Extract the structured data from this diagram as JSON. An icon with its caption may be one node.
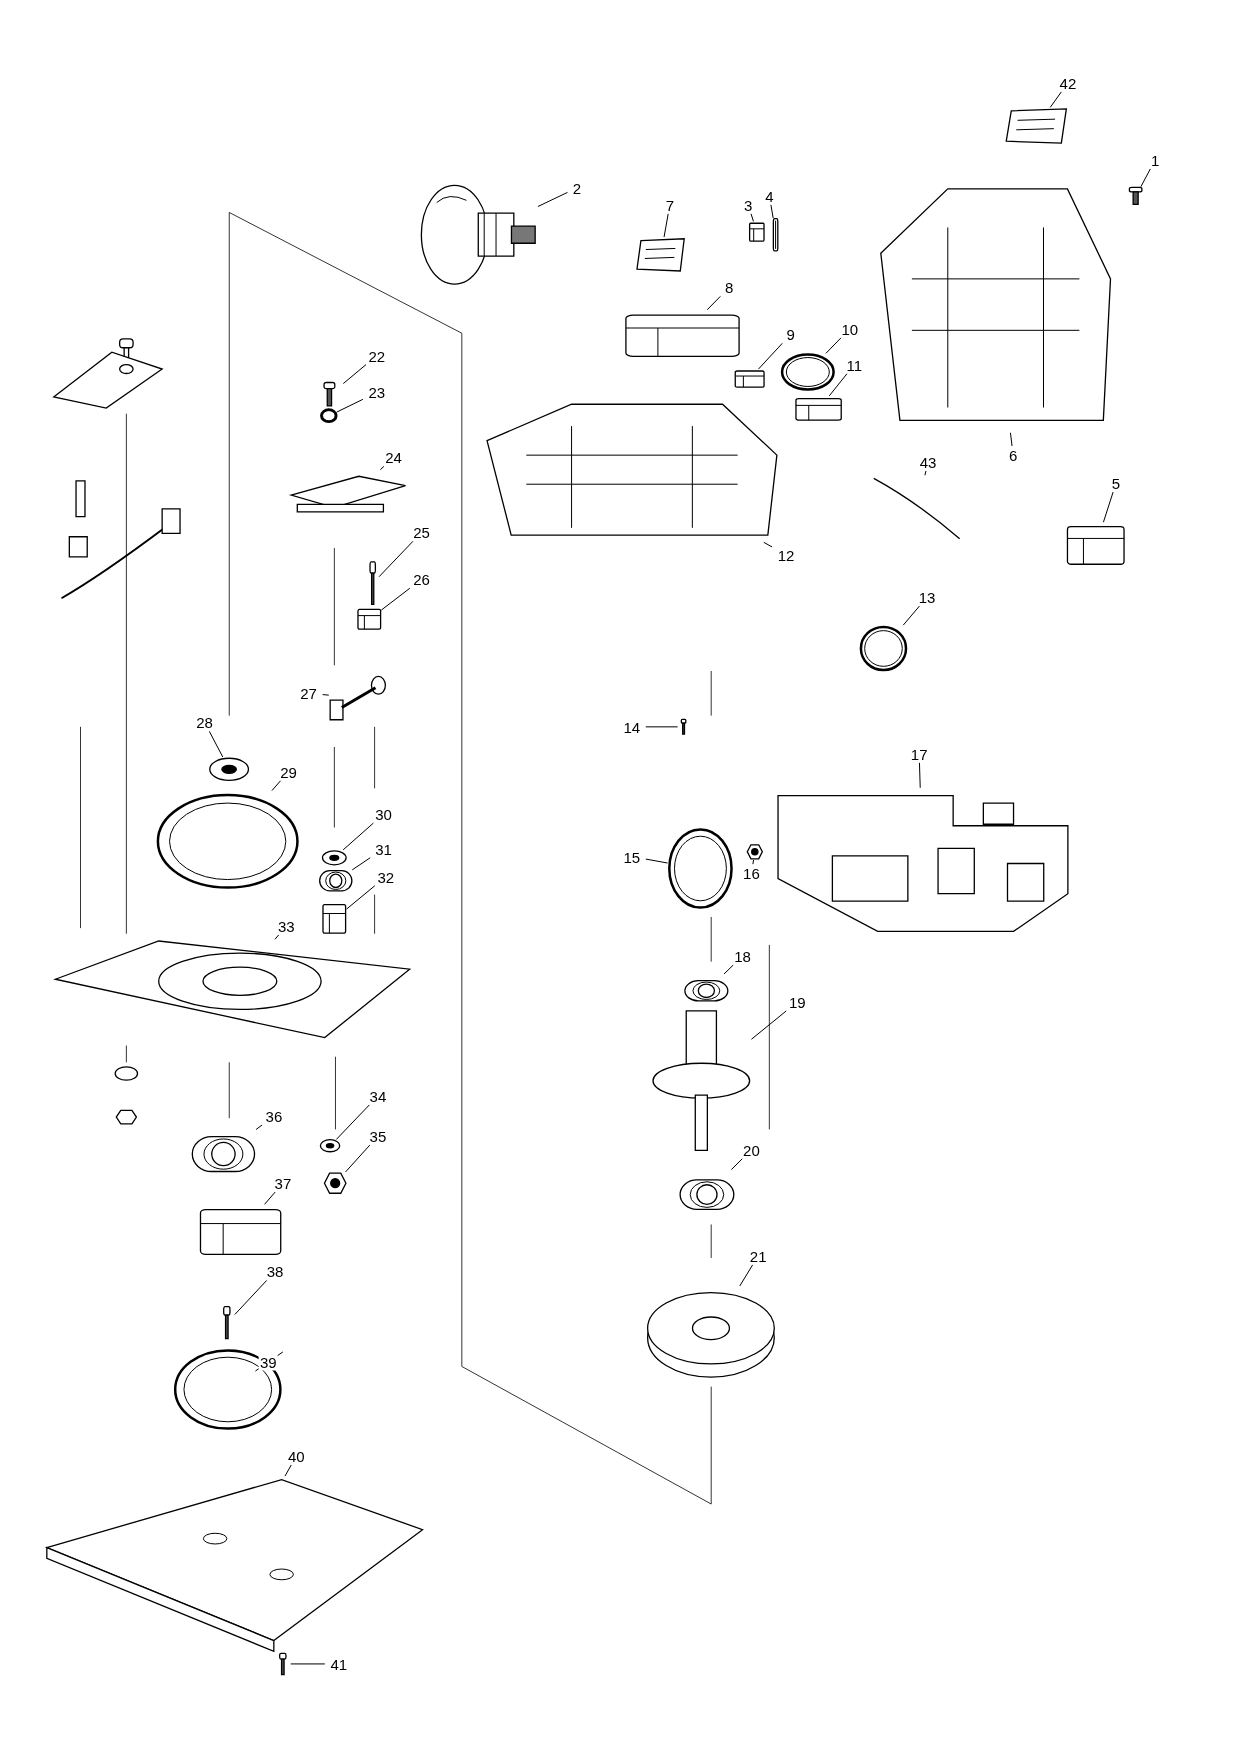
{
  "diagram": {
    "nodes": [
      {
        "text": [
          "1"
        ]
      },
      {
        "text": [
          "2"
        ]
      },
      {
        "text": [
          "3"
        ]
      },
      {
        "text": [
          "4"
        ]
      },
      {
        "text": [
          "5"
        ]
      },
      {
        "text": [
          "6"
        ]
      },
      {
        "text": [
          "7"
        ]
      },
      {
        "text": [
          "8"
        ]
      },
      {
        "text": [
          "9"
        ]
      },
      {
        "text": [
          "10"
        ]
      },
      {
        "text": [
          "11"
        ]
      },
      {
        "text": [
          "12"
        ]
      },
      {
        "text": [
          "13"
        ]
      },
      {
        "text": [
          "14"
        ]
      },
      {
        "text": [
          "15"
        ]
      },
      {
        "text": [
          "16"
        ]
      },
      {
        "text": [
          "17"
        ]
      },
      {
        "text": [
          "18"
        ]
      },
      {
        "text": [
          "19"
        ]
      },
      {
        "text": [
          "20"
        ]
      },
      {
        "text": [
          "21"
        ]
      },
      {
        "text": [
          "22"
        ]
      },
      {
        "text": [
          "23"
        ]
      },
      {
        "text": [
          "24"
        ]
      },
      {
        "text": [
          "25"
        ]
      },
      {
        "text": [
          "26"
        ]
      },
      {
        "text": [
          "27"
        ]
      },
      {
        "text": [
          "28"
        ]
      },
      {
        "text": [
          "29"
        ]
      },
      {
        "text": [
          "30"
        ]
      },
      {
        "text": [
          "31"
        ]
      },
      {
        "text": [
          "32"
        ]
      },
      {
        "text": [
          "33"
        ]
      },
      {
        "text": [
          "34"
        ]
      },
      {
        "text": [
          "35"
        ]
      },
      {
        "text": [
          "36"
        ]
      },
      {
        "text": [
          "37"
        ]
      },
      {
        "text": [
          "38"
        ]
      },
      {
        "text": [
          "39"
        ]
      },
      {
        "text": [
          "40"
        ]
      },
      {
        "text": [
          "41"
        ]
      },
      {
        "text": [
          "42"
        ]
      },
      {
        "text": [
          "43"
        ]
      },
      {
        "text": [],
        "shape": "picture"
      },
      {
        "text": [],
        "shape": "picture"
      },
      {
        "text": [],
        "shape": "picture"
      },
      {
        "text": [],
        "shape": "picture"
      },
      {
        "text": [],
        "shape": "picture"
      },
      {
        "text": [],
        "shape": "picture"
      },
      {
        "text": [],
        "shape": "picture"
      },
      {
        "text": [],
        "shape": "picture"
      },
      {
        "text": [],
        "shape": "picture"
      },
      {
        "text": [],
        "shape": "picture"
      },
      {
        "text": [],
        "shape": "picture"
      },
      {
        "text": [],
        "shape": "picture"
      },
      {
        "text": [],
        "shape": "picture"
      },
      {
        "text": [],
        "shape": "picture"
      },
      {
        "text": [],
        "shape": "picture"
      },
      {
        "text": [],
        "shape": "picture"
      },
      {
        "text": [],
        "shape": "picture"
      },
      {
        "text": [],
        "shape": "picture"
      },
      {
        "text": [],
        "shape": "picture"
      },
      {
        "text": [],
        "shape": "picture"
      },
      {
        "text": [],
        "shape": "picture"
      },
      {
        "text": [],
        "shape": "picture"
      },
      {
        "text": [],
        "shape": "picture"
      },
      {
        "text": [],
        "shape": "picture"
      },
      {
        "text": [],
        "shape": "picture"
      },
      {
        "text": [],
        "shape": "picture"
      },
      {
        "text": [],
        "shape": "picture"
      },
      {
        "text": [],
        "shape": "picture"
      },
      {
        "text": [],
        "shape": "picture"
      },
      {
        "text": [],
        "shape": "picture"
      },
      {
        "text": [],
        "shape": "picture"
      },
      {
        "text": [],
        "shape": "picture"
      },
      {
        "text": [],
        "shape": "picture"
      },
      {
        "text": [],
        "shape": "picture"
      },
      {
        "text": [],
        "shape": "picture"
      },
      {
        "text": [],
        "shape": "picture"
      },
      {
        "text": [],
        "shape": "picture"
      },
      {
        "text": [],
        "shape": "picture"
      },
      {
        "text": [],
        "shape": "picture"
      },
      {
        "text": [],
        "shape": "picture"
      },
      {
        "text": [],
        "shape": "picture"
      },
      {
        "text": [],
        "shape": "picture"
      },
      {
        "text": [],
        "shape": "picture"
      }
    ],
    "edges": [
      {
        "from": 0,
        "to": 43,
        "arrow": "none"
      },
      {
        "from": 1,
        "to": 44,
        "arrow": "none"
      },
      {
        "from": 2,
        "to": 45,
        "arrow": "none"
      },
      {
        "from": 3,
        "to": 46,
        "arrow": "none"
      },
      {
        "from": 4,
        "to": 47,
        "arrow": "none"
      },
      {
        "from": 5,
        "to": 48,
        "arrow": "none"
      },
      {
        "from": 6,
        "to": 49,
        "arrow": "none"
      },
      {
        "from": 7,
        "to": 50,
        "arrow": "none"
      },
      {
        "from": 8,
        "to": 51,
        "arrow": "none"
      },
      {
        "from": 9,
        "to": 52,
        "arrow": "none"
      },
      {
        "from": 10,
        "to": 53,
        "arrow": "none"
      },
      {
        "from": 11,
        "to": 54,
        "arrow": "none"
      },
      {
        "from": 12,
        "to": 55,
        "arrow": "none"
      },
      {
        "from": 13,
        "to": 56,
        "arrow": "none"
      },
      {
        "from": 14,
        "to": 57,
        "arrow": "none"
      },
      {
        "from": 15,
        "to": 58,
        "arrow": "none"
      },
      {
        "from": 16,
        "to": 59,
        "arrow": "none"
      },
      {
        "from": 17,
        "to": 60,
        "arrow": "none"
      },
      {
        "from": 18,
        "to": 61,
        "arrow": "none"
      },
      {
        "from": 19,
        "to": 62,
        "arrow": "none"
      },
      {
        "from": 20,
        "to": 63,
        "arrow": "none"
      },
      {
        "from": 21,
        "to": 64,
        "arrow": "none"
      },
      {
        "from": 22,
        "to": 65,
        "arrow": "none"
      },
      {
        "from": 23,
        "to": 66,
        "arrow": "none"
      },
      {
        "from": 24,
        "to": 67,
        "arrow": "none"
      },
      {
        "from": 25,
        "to": 68,
        "arrow": "none"
      },
      {
        "from": 26,
        "to": 69,
        "arrow": "none"
      },
      {
        "from": 27,
        "to": 70,
        "arrow": "none"
      },
      {
        "from": 28,
        "to": 71,
        "arrow": "none"
      },
      {
        "from": 29,
        "to": 72,
        "arrow": "none"
      },
      {
        "from": 30,
        "to": 73,
        "arrow": "none"
      },
      {
        "from": 31,
        "to": 74,
        "arrow": "none"
      },
      {
        "from": 32,
        "to": 75,
        "arrow": "none"
      },
      {
        "from": 33,
        "to": 76,
        "arrow": "none"
      },
      {
        "from": 34,
        "to": 77,
        "arrow": "none"
      },
      {
        "from": 35,
        "to": 78,
        "arrow": "none"
      },
      {
        "from": 36,
        "to": 79,
        "arrow": "none"
      },
      {
        "from": 37,
        "to": 80,
        "arrow": "none"
      },
      {
        "from": 38,
        "to": 81,
        "arrow": "none"
      },
      {
        "from": 39,
        "to": 82,
        "arrow": "none"
      },
      {
        "from": 40,
        "to": 83,
        "arrow": "none"
      },
      {
        "from": 41,
        "to": 84,
        "arrow": "none"
      },
      {
        "from": 42,
        "to": 85,
        "arrow": "none"
      }
    ]
  }
}
